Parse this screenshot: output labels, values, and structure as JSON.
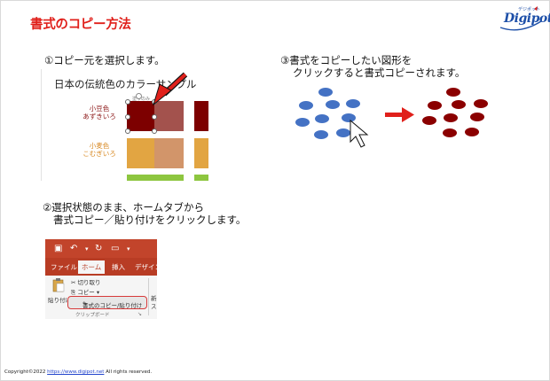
{
  "title": "書式のコピー方法",
  "logo": {
    "text": "Digipot",
    "small": "デジポット"
  },
  "step1": {
    "text": "①コピー元を選択します。"
  },
  "step2": {
    "line1": "②選択状態のまま、ホームタブから",
    "line2": "書式コピー／貼り付けをクリックします。"
  },
  "step3": {
    "line1": "③書式をコピーしたい図形を",
    "line2": "クリックすると書式コピーされます。"
  },
  "swatch_panel": {
    "title": "日本の伝統色のカラーサンプル",
    "note": "塗りのみ",
    "rows": [
      {
        "name1": "小豆色",
        "name2": "あずきいろ",
        "color": "#96514d"
      },
      {
        "name1": "小麦色",
        "name2": "こむぎいろ",
        "color": "#e49e61"
      }
    ]
  },
  "colors": {
    "accent_red": "#e0201b",
    "azuki_dark": "#7d0000",
    "azuki": "#a3524d",
    "komugi": "#e2a542",
    "komugi_light": "#d2956a",
    "green": "#8dc63f",
    "blue_shape": "#4472c4",
    "dark_red_shape": "#8b0000"
  },
  "ribbon": {
    "tabs": [
      "ファイル",
      "ホーム",
      "挿入",
      "デザイン"
    ],
    "paste_label": "貼り付け",
    "cut_label": "切り取り",
    "copy_label": "コピー",
    "format_copy_label": "書式のコピー/貼り付け",
    "group_label": "クリップボード",
    "new_slide_label": "新",
    "slide_label": "スラ"
  },
  "footer": {
    "prefix": "Copyright©2022 ",
    "link": "https://www.digipot.net",
    "suffix": " All rights reserved."
  }
}
